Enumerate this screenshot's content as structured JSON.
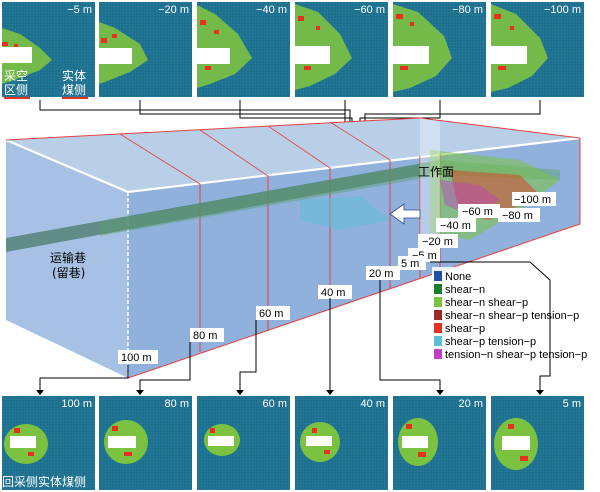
{
  "top_panels": [
    {
      "label": "−5 m"
    },
    {
      "label": "−20 m"
    },
    {
      "label": "−40 m"
    },
    {
      "label": "−60 m"
    },
    {
      "label": "−80 m"
    },
    {
      "label": "−100 m"
    }
  ],
  "bottom_panels": [
    {
      "label": "100 m"
    },
    {
      "label": "80 m"
    },
    {
      "label": "60 m"
    },
    {
      "label": "40 m"
    },
    {
      "label": "20 m"
    },
    {
      "label": "5 m"
    }
  ],
  "side_labels": {
    "goaf_side_l1": "采空",
    "goaf_side_l2": "区侧",
    "solid_side_l1": "实体",
    "solid_side_l2": "煤侧",
    "bottom_side": "回采侧实体煤侧"
  },
  "model": {
    "working_face": "工作面",
    "roadway_l1": "运输巷",
    "roadway_l2": "(留巷)",
    "ahead_labels": [
      "−5 m",
      "−20 m",
      "−40 m",
      "−60 m",
      "−80 m",
      "−100 m"
    ],
    "behind_labels": [
      "5 m",
      "20 m",
      "40 m",
      "60 m",
      "80 m",
      "100 m"
    ]
  },
  "legend": [
    {
      "label": "None",
      "color": "#1f4fa8"
    },
    {
      "label": "shear−n",
      "color": "#1e7a2f"
    },
    {
      "label": "shear−n shear−p",
      "color": "#7cc241"
    },
    {
      "label": "shear−n shear−p tension−p",
      "color": "#9a2a2a"
    },
    {
      "label": "shear−p",
      "color": "#e8301e"
    },
    {
      "label": "shear−p tension−p",
      "color": "#5bbfd6"
    },
    {
      "label": "tension−n shear−p tension−p",
      "color": "#c040c0"
    }
  ],
  "colors": {
    "panel_bg": "#1e6f8e",
    "block_top": "#b9cfe8",
    "block_side": "#8fb1dc",
    "roadway": "#4a7a6a"
  }
}
